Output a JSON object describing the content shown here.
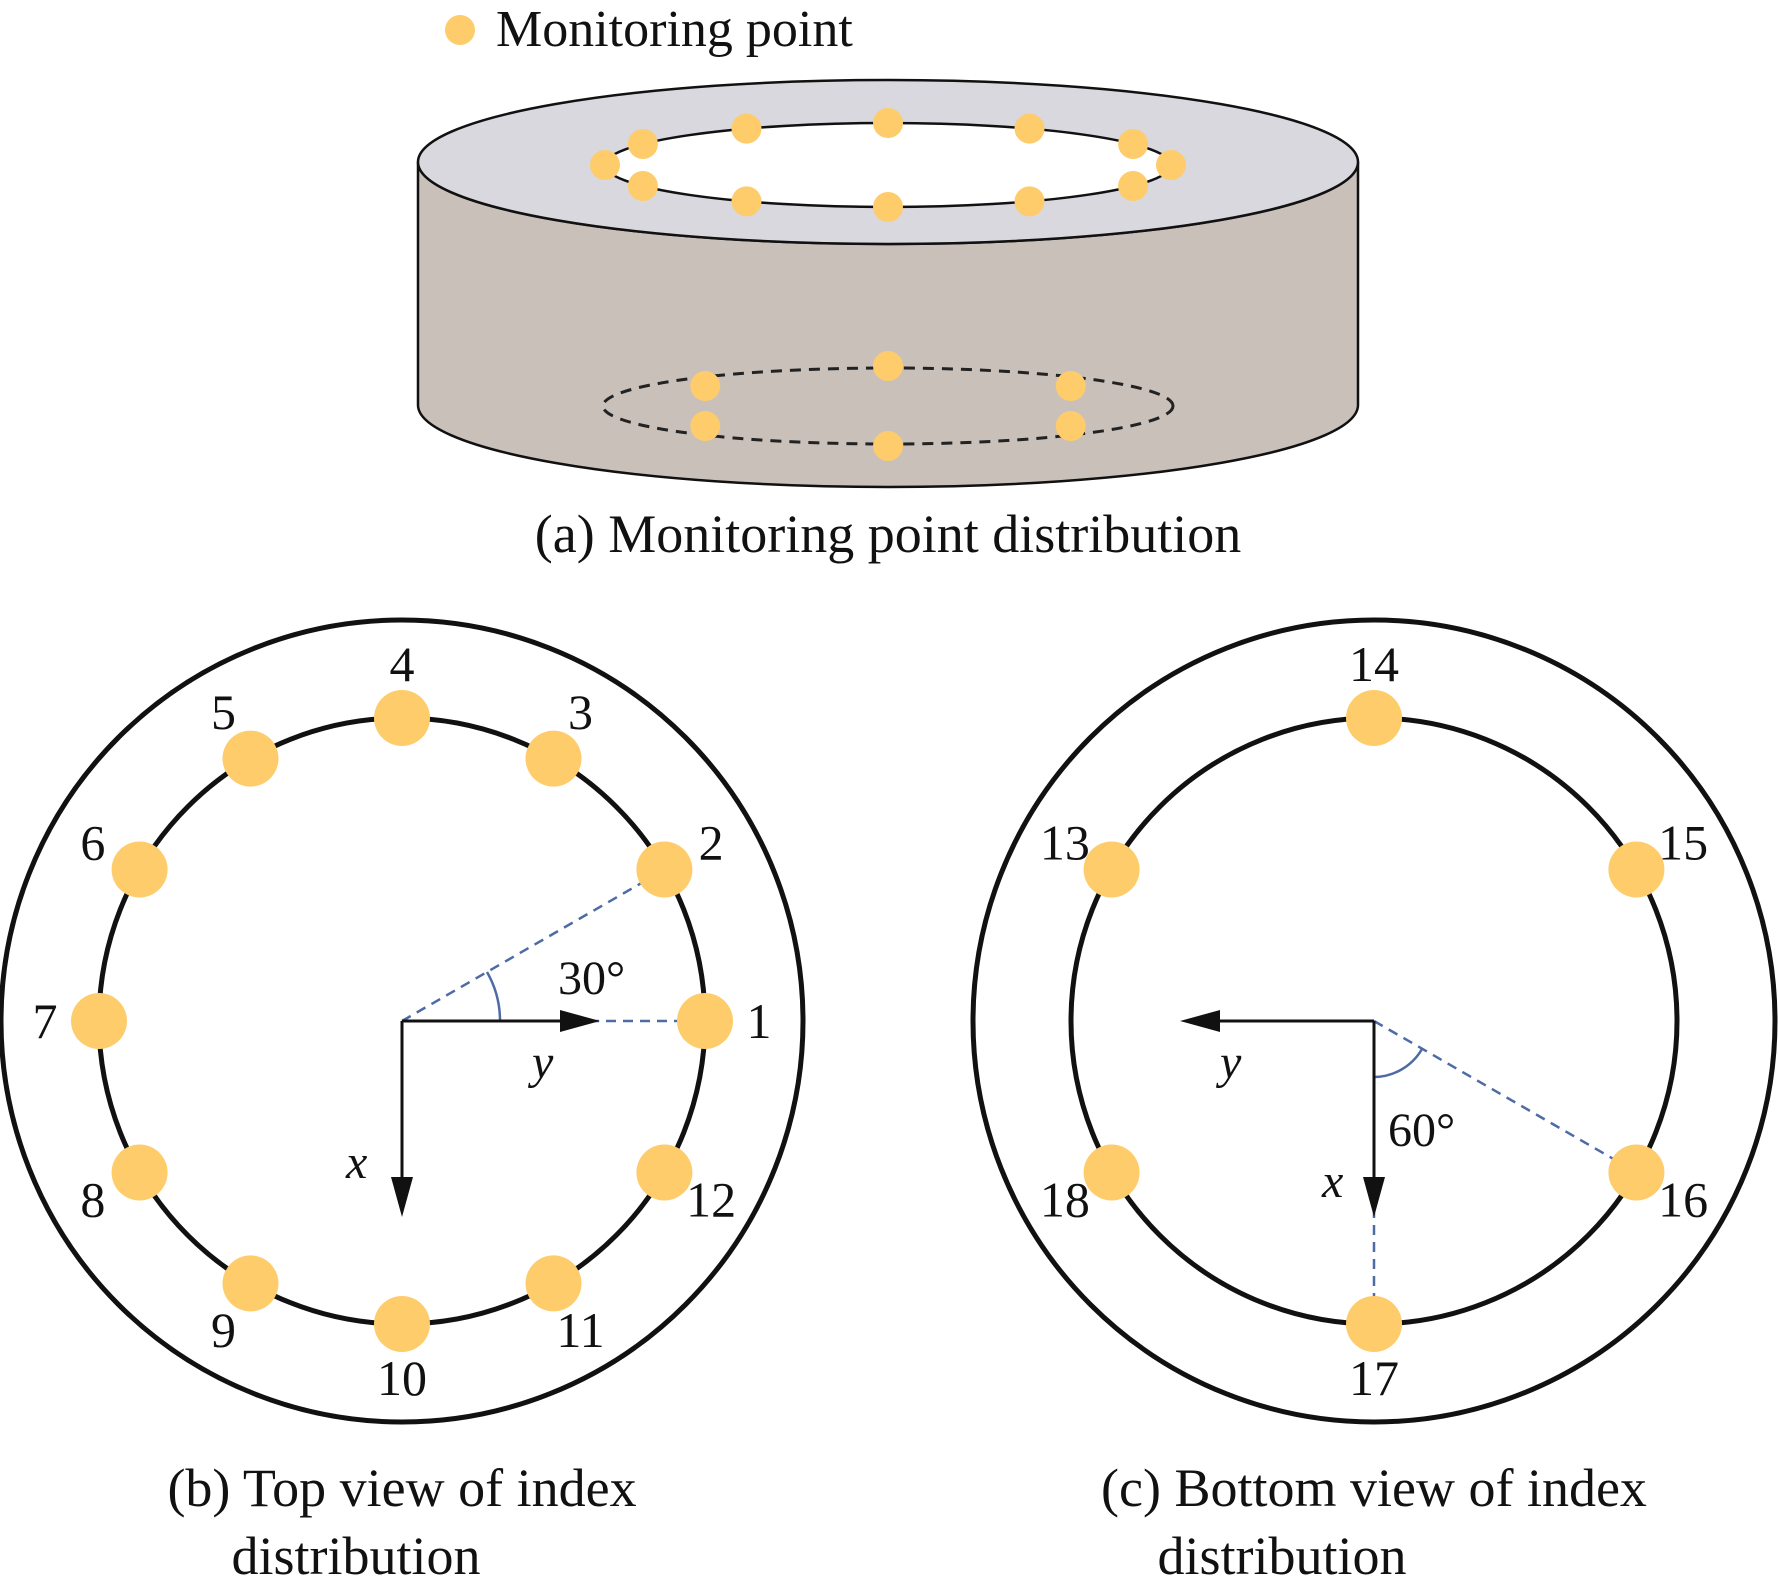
{
  "colors": {
    "point": "#FECC6B",
    "ring_top": "#D8D8DE",
    "ring_side": "#C9C0BA",
    "line": "#111111",
    "guide": "#4E6BA6"
  },
  "legend": {
    "label": "Monitoring point",
    "icon": "filled-circle"
  },
  "panel_a": {
    "caption": "(a) Monitoring point distribution",
    "top_ring_points": 12,
    "bottom_ring_points": 6
  },
  "panel_b": {
    "caption_line1": "(b) Top view of index",
    "caption_line2": "distribution",
    "angle_label": "30°",
    "axis_x": "x",
    "axis_y": "y",
    "points": [
      {
        "label": "1",
        "angle_deg": 0
      },
      {
        "label": "2",
        "angle_deg": 30
      },
      {
        "label": "3",
        "angle_deg": 60
      },
      {
        "label": "4",
        "angle_deg": 90
      },
      {
        "label": "5",
        "angle_deg": 120
      },
      {
        "label": "6",
        "angle_deg": 150
      },
      {
        "label": "7",
        "angle_deg": 180
      },
      {
        "label": "8",
        "angle_deg": 210
      },
      {
        "label": "9",
        "angle_deg": 240
      },
      {
        "label": "10",
        "angle_deg": 270
      },
      {
        "label": "11",
        "angle_deg": 300
      },
      {
        "label": "12",
        "angle_deg": 330
      }
    ]
  },
  "panel_c": {
    "caption_line1": "(c) Bottom view of index",
    "caption_line2": "distribution",
    "angle_label": "60°",
    "axis_x": "x",
    "axis_y": "y",
    "points": [
      {
        "label": "13",
        "angle_deg": 150
      },
      {
        "label": "14",
        "angle_deg": 90
      },
      {
        "label": "15",
        "angle_deg": 30
      },
      {
        "label": "16",
        "angle_deg": 330
      },
      {
        "label": "17",
        "angle_deg": 270
      },
      {
        "label": "18",
        "angle_deg": 210
      }
    ]
  }
}
